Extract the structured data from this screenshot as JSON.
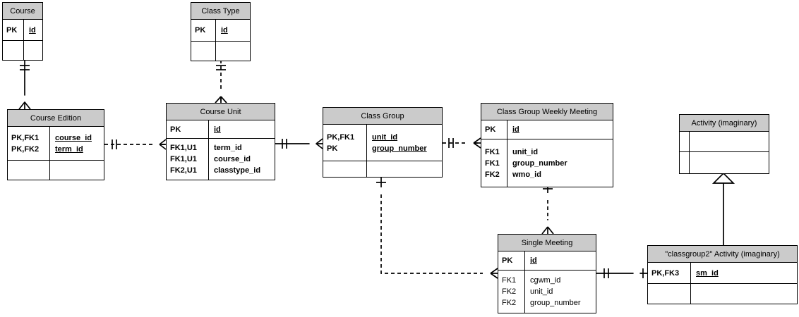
{
  "colors": {
    "header_fill": "#cbcbcb",
    "border": "#000000",
    "background": "#ffffff",
    "line": "#000000"
  },
  "entities": [
    {
      "title": "Course",
      "sections": [
        {
          "rows": [
            {
              "key": "PK",
              "name": "id",
              "underline": true
            }
          ]
        },
        {
          "rows": []
        }
      ]
    },
    {
      "title": "Class Type",
      "sections": [
        {
          "rows": [
            {
              "key": "PK",
              "name": "id",
              "underline": true
            }
          ]
        },
        {
          "rows": []
        }
      ]
    },
    {
      "title": "Course Edition",
      "sections": [
        {
          "rows": [
            {
              "key": "PK,FK1",
              "name": "course_id",
              "underline": true
            },
            {
              "key": "PK,FK2",
              "name": "term_id",
              "underline": true
            }
          ]
        },
        {
          "rows": []
        }
      ]
    },
    {
      "title": "Course Unit",
      "sections": [
        {
          "rows": [
            {
              "key": "PK",
              "name": "id",
              "underline": true
            }
          ]
        },
        {
          "rows": [
            {
              "key": "FK1,U1",
              "name": "term_id"
            },
            {
              "key": "FK1,U1",
              "name": "course_id"
            },
            {
              "key": "FK2,U1",
              "name": "classtype_id"
            }
          ]
        }
      ]
    },
    {
      "title": "Class Group",
      "sections": [
        {
          "rows": [
            {
              "key": "PK,FK1",
              "name": "unit_id",
              "underline": true
            },
            {
              "key": "PK",
              "name": "group_number",
              "underline": true
            }
          ]
        },
        {
          "rows": []
        }
      ]
    },
    {
      "title": "Class Group Weekly Meeting",
      "sections": [
        {
          "rows": [
            {
              "key": "PK",
              "name": "id",
              "underline": true
            }
          ]
        },
        {
          "rows": [
            {
              "key": "FK1",
              "name": "unit_id"
            },
            {
              "key": "FK1",
              "name": "group_number"
            },
            {
              "key": "FK2",
              "name": "wmo_id"
            }
          ]
        }
      ]
    },
    {
      "title": "Activity (imaginary)",
      "sections": [
        {
          "rows": []
        },
        {
          "rows": []
        }
      ]
    },
    {
      "title": "Single Meeting",
      "sections": [
        {
          "rows": [
            {
              "key": "PK",
              "name": "id",
              "underline": true
            }
          ]
        },
        {
          "bold": false,
          "rows": [
            {
              "key": "FK1",
              "name": "cgwm_id"
            },
            {
              "key": "FK2",
              "name": "unit_id"
            },
            {
              "key": "FK2",
              "name": "group_number"
            }
          ]
        }
      ]
    },
    {
      "title": "\"classgroup2\" Activity (imaginary)",
      "sections": [
        {
          "rows": [
            {
              "key": "PK,FK3",
              "name": "sm_id",
              "underline": true
            }
          ]
        },
        {
          "rows": []
        }
      ]
    }
  ],
  "relationships": [
    {
      "from": "Course",
      "to": "Course Edition",
      "from_card": "exactly-one",
      "to_card": "zero-or-many",
      "line": "solid"
    },
    {
      "from": "Class Type",
      "to": "Course Unit",
      "from_card": "exactly-one",
      "to_card": "zero-or-many",
      "line": "dashed"
    },
    {
      "from": "Course Edition",
      "to": "Course Unit",
      "from_card": "exactly-one",
      "to_card": "zero-or-many",
      "line": "dashed"
    },
    {
      "from": "Course Unit",
      "to": "Class Group",
      "from_card": "exactly-one",
      "to_card": "zero-or-many",
      "line": "solid"
    },
    {
      "from": "Class Group",
      "to": "Class Group Weekly Meeting",
      "from_card": "exactly-one",
      "to_card": "zero-or-many",
      "line": "dashed"
    },
    {
      "from": "Class Group",
      "to": "Single Meeting",
      "from_card": "one-then-zero",
      "to_card": "zero-or-many",
      "line": "dashed"
    },
    {
      "from": "Class Group Weekly Meeting",
      "to": "Single Meeting",
      "from_card": "one-then-zero",
      "to_card": "zero-or-many",
      "line": "dashed"
    },
    {
      "from": "Single Meeting",
      "to": "\"classgroup2\" Activity (imaginary)",
      "from_card": "exactly-one",
      "to_card": "zero-or-one",
      "line": "solid"
    },
    {
      "from": "\"classgroup2\" Activity (imaginary)",
      "to": "Activity (imaginary)",
      "type": "generalization",
      "line": "solid"
    }
  ]
}
